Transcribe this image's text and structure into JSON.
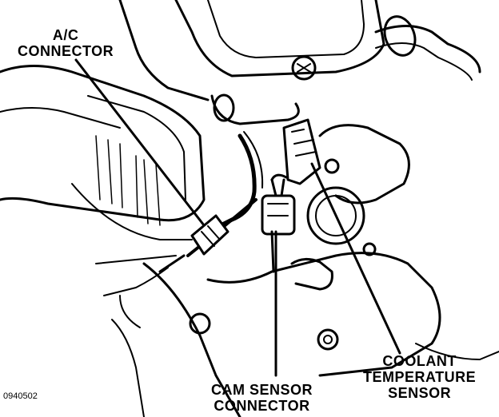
{
  "labels": {
    "ac_connector": [
      "A/C",
      "CONNECTOR"
    ],
    "cam_sensor_connector": [
      "CAM SENSOR",
      "CONNECTOR"
    ],
    "coolant_temperature_sensor": [
      "COOLANT",
      "TEMPERATURE",
      "SENSOR"
    ],
    "figure_id": "0940502"
  },
  "colors": {
    "ink": "#000000",
    "paper": "#ffffff"
  }
}
